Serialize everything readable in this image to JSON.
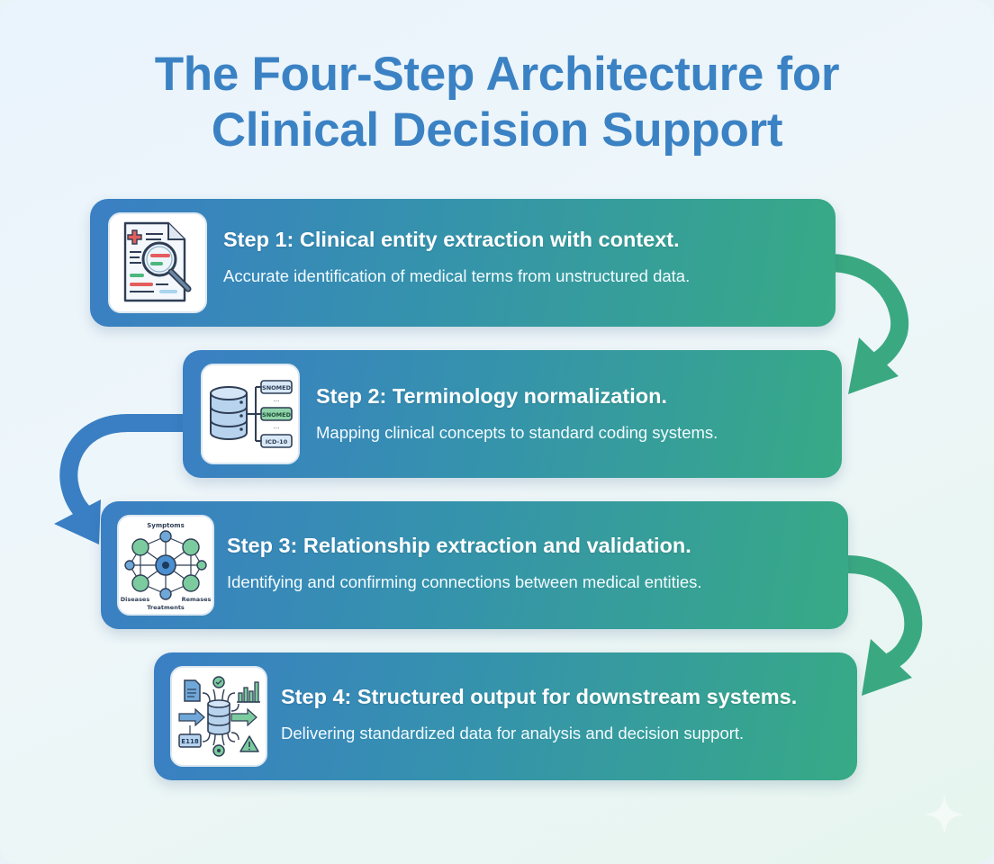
{
  "title": {
    "line1": "The Four-Step Architecture for",
    "line2": "Clinical Decision Support"
  },
  "colors": {
    "title": "#3b82c4",
    "card_start": "#3a7fc4",
    "card_end": "#37aa85",
    "arrow_blue": "#3a7fc4",
    "arrow_green": "#3aa981"
  },
  "steps": [
    {
      "heading": "Step 1: Clinical entity extraction with context.",
      "description": "Accurate identification of medical terms from unstructured data.",
      "icon": "document-magnifier-icon"
    },
    {
      "heading": "Step 2: Terminology normalization.",
      "description": "Mapping clinical concepts to standard coding systems.",
      "icon": "database-coding-icon",
      "icon_labels": [
        "SNOMED",
        "...",
        "SNOMED",
        "...",
        "ICD-10"
      ]
    },
    {
      "heading": "Step 3: Relationship extraction and validation.",
      "description": "Identifying and confirming connections between medical entities.",
      "icon": "knowledge-graph-icon",
      "icon_labels": {
        "top": "Symptoms",
        "left": "Diseases",
        "right": "Remases",
        "bottom": "Treatments"
      }
    },
    {
      "heading": "Step 4: Structured output for downstream systems.",
      "description": "Delivering standardized data for analysis and decision support.",
      "icon": "data-output-icon",
      "icon_labels": [
        "E118"
      ]
    }
  ],
  "decor": {
    "corner_icon": "sparkle-icon"
  }
}
